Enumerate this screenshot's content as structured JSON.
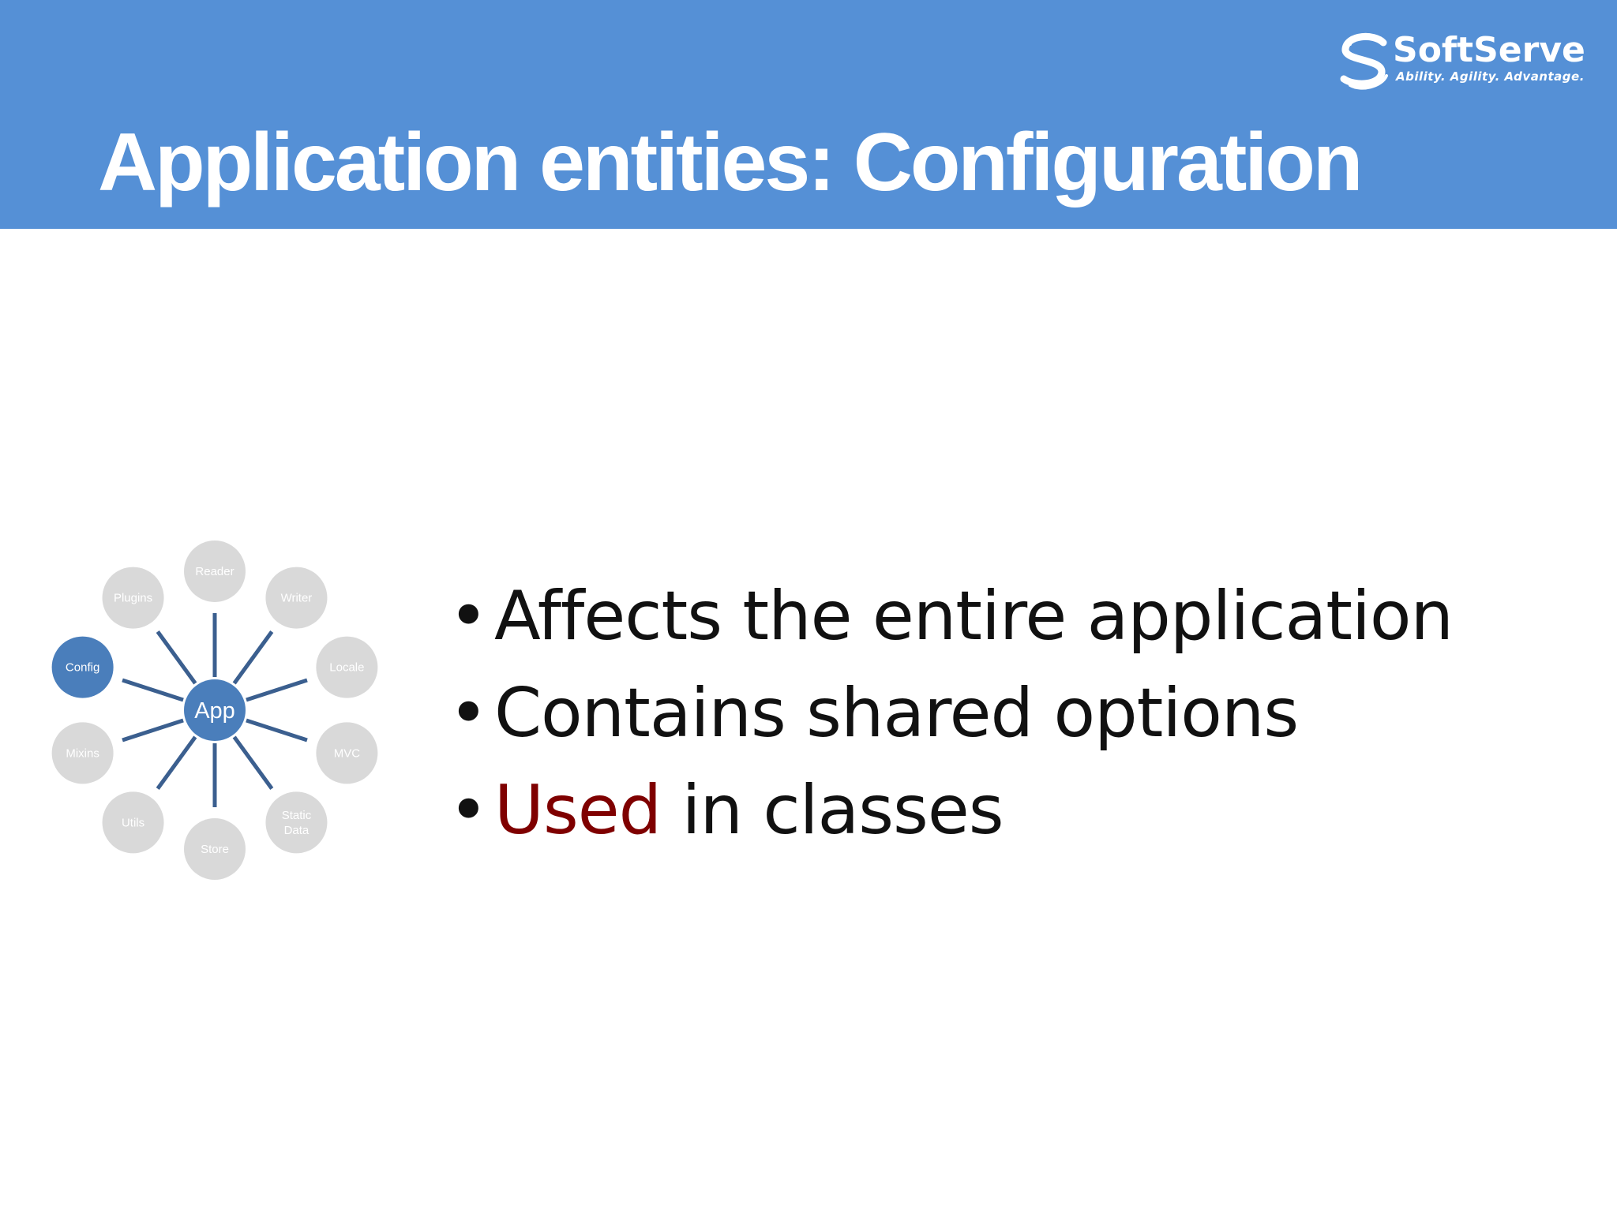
{
  "slide": {
    "title": "Application entities: Configuration"
  },
  "logo": {
    "name": "SoftServe",
    "tagline": "Ability. Agility. Advantage."
  },
  "diagram": {
    "center": "App",
    "nodes": [
      {
        "label": "Reader",
        "lines": [
          "Reader"
        ],
        "highlighted": false
      },
      {
        "label": "Writer",
        "lines": [
          "Writer"
        ],
        "highlighted": false
      },
      {
        "label": "Locale",
        "lines": [
          "Locale"
        ],
        "highlighted": false
      },
      {
        "label": "MVC",
        "lines": [
          "MVC"
        ],
        "highlighted": false
      },
      {
        "label": "Static Data",
        "lines": [
          "Static",
          "Data"
        ],
        "highlighted": false
      },
      {
        "label": "Store",
        "lines": [
          "Store"
        ],
        "highlighted": false
      },
      {
        "label": "Utils",
        "lines": [
          "Utils"
        ],
        "highlighted": false
      },
      {
        "label": "Mixins",
        "lines": [
          "Mixins"
        ],
        "highlighted": false
      },
      {
        "label": "Config",
        "lines": [
          "Config"
        ],
        "highlighted": true
      },
      {
        "label": "Plugins",
        "lines": [
          "Plugins"
        ],
        "highlighted": false
      }
    ]
  },
  "bullets": {
    "items": [
      {
        "text": "Affects the entire application"
      },
      {
        "text": "Contains shared options"
      },
      {
        "highlight": "Used",
        "rest": " in classes"
      }
    ]
  },
  "colors": {
    "header": "#5590d6",
    "node_default": "#d9d9d9",
    "node_highlight": "#4a7ebb",
    "connector": "#3b5f8f",
    "accent_text": "#7f0000",
    "body_text": "#111111"
  }
}
